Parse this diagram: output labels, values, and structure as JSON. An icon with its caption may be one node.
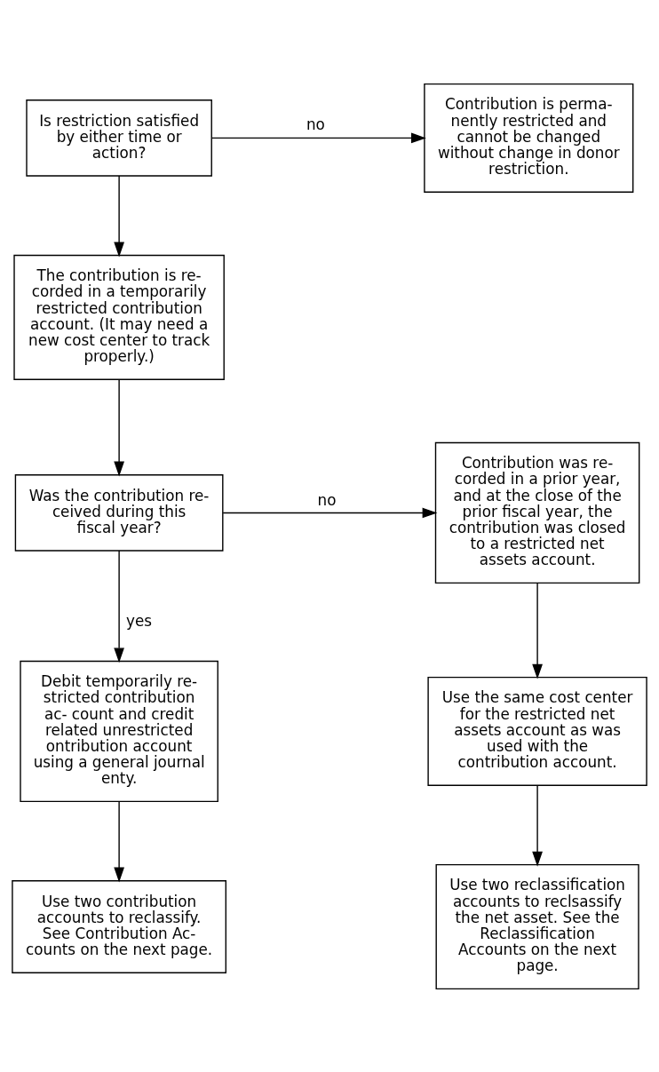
{
  "diagram": {
    "nodes": [
      {
        "text": [
          "Is restriction satisfied by either time or action?"
        ]
      },
      {
        "text": [
          "Contribution is perma- nently restricted and cannot be changed without change in donor restriction."
        ]
      },
      {
        "text": [
          "The contribution is re- corded in a temporarily restricted contribution account. (It may need a new cost center to track properly.)"
        ]
      },
      {
        "text": [
          "Was the contribution re- ceived during this fiscal year?"
        ]
      },
      {
        "text": [
          "Contribution was re- corded in a prior year, and at the close of the prior fiscal year, the contribution was closed to a restricted net assets account."
        ]
      },
      {
        "text": [
          "Debit temporarily re- stricted contribution ac- count and credit related unrestricted ontribution account using a general journal enty."
        ]
      },
      {
        "text": [
          "Use the same cost center for the restricted net assets account as was used with the contribution account."
        ]
      },
      {
        "text": [
          "Use two contribution accounts to reclassify. See Contribution Ac- counts on the next page."
        ]
      },
      {
        "text": [
          "Use two reclassification accounts to reclsassify the net asset. See the Reclassification Accounts on the next page."
        ]
      }
    ],
    "edges": [
      {
        "from": 0,
        "to": 1,
        "arrow": "to",
        "label": "no"
      },
      {
        "from": 0,
        "to": 2,
        "arrow": "to"
      },
      {
        "from": 2,
        "to": 3,
        "arrow": "to"
      },
      {
        "from": 3,
        "to": 4,
        "arrow": "to",
        "label": "no"
      },
      {
        "from": 3,
        "to": 5,
        "arrow": "to",
        "label": "yes"
      },
      {
        "from": 5,
        "to": 7,
        "arrow": "to"
      },
      {
        "from": 4,
        "to": 6,
        "arrow": "to"
      },
      {
        "from": 6,
        "to": 8,
        "arrow": "to"
      }
    ]
  }
}
